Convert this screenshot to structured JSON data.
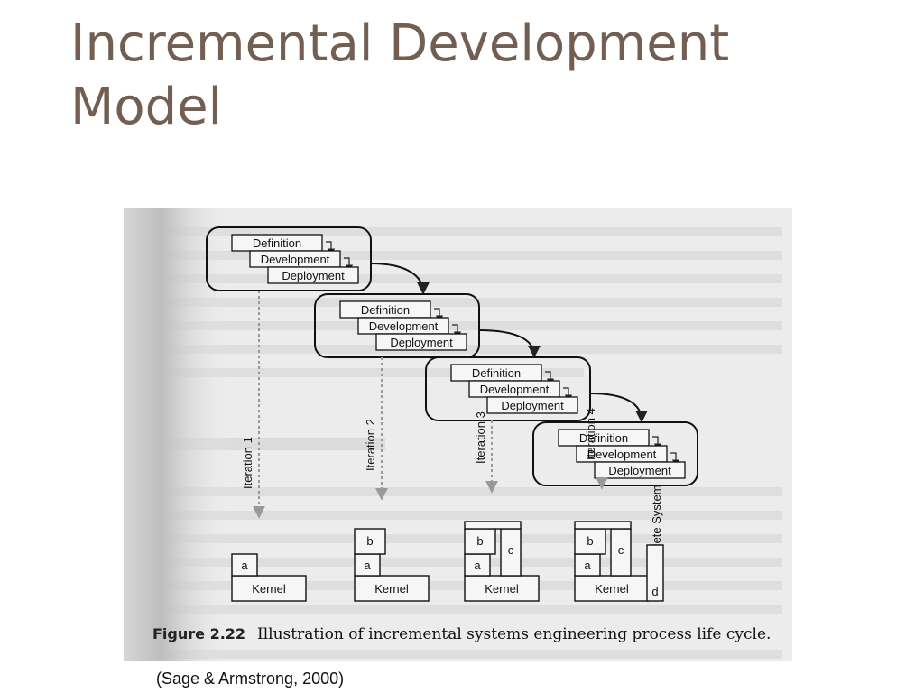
{
  "slide": {
    "title": "Incremental Development Model"
  },
  "figure": {
    "phases": [
      "Definition",
      "Development",
      "Deployment"
    ],
    "iterations": [
      {
        "label": "Iteration 1",
        "modules": [
          "a"
        ]
      },
      {
        "label": "Iteration 2",
        "modules": [
          "a",
          "b"
        ]
      },
      {
        "label": "Iteration 3",
        "modules": [
          "a",
          "b",
          "c"
        ]
      },
      {
        "label": "Iteration 4",
        "sublabel": "Complete System",
        "modules": [
          "a",
          "b",
          "c",
          "d"
        ]
      }
    ],
    "kernel_label": "Kernel",
    "caption_number": "Figure 2.22",
    "caption_text": "Illustration of incremental systems engineering process life cycle.",
    "colors": {
      "title": "#735f52",
      "scan_background": "#ececec",
      "ink": "#111111"
    }
  },
  "citation": "(Sage & Armstrong, 2000)"
}
